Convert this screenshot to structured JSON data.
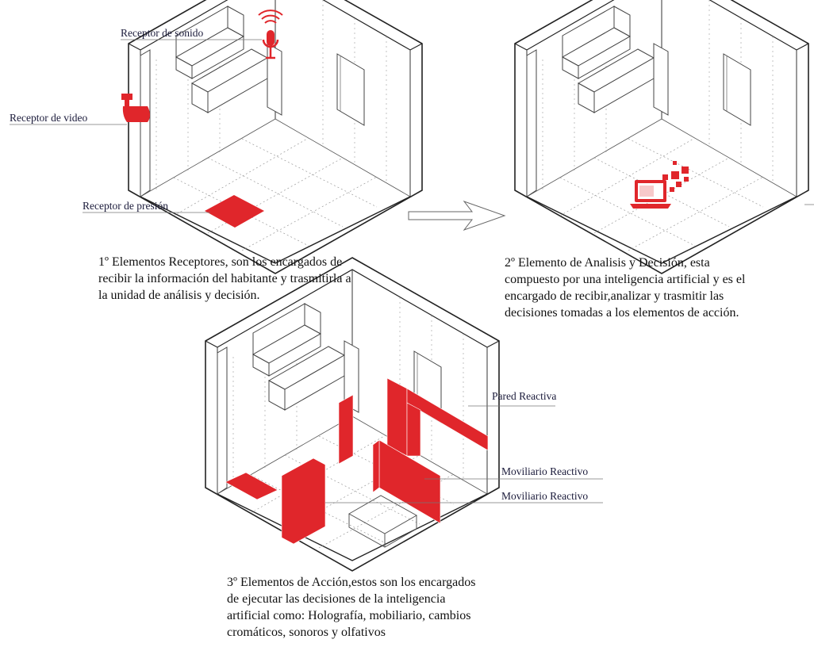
{
  "labels": {
    "sound": "Receptor de sonido",
    "video": "Receptor de video",
    "pressure": "Receptor de presión",
    "wall": "Pared Reactiva",
    "furniture_1": "Moviliario Reactivo",
    "furniture_2": "Moviliario Reactivo"
  },
  "captions": {
    "step1": [
      "1º Elementos Receptores, son los encargados de",
      "recibir la información del habitante y trasmitirla a",
      "la unidad de análisis y decisión."
    ],
    "step2": [
      "2º Elemento de Analisis y Decisión, esta",
      "compuesto por una inteligencia artificial y es el",
      "encargado de recibir,analizar y trasmitir las",
      "decisiones tomadas a los elementos de acción."
    ],
    "step3": [
      "3º Elementos de Acción,estos son los encargados",
      "de ejecutar las decisiones de la inteligencia",
      "artificial como: Holografía, mobiliario, cambios",
      "cromáticos, sonoros y olfativos"
    ]
  },
  "colors": {
    "accent": "#e0262b",
    "line": "#333333",
    "text": "#111111"
  },
  "icons": [
    "microphone-icon",
    "security-camera-icon",
    "laptop-ai-icon",
    "arrow-icon"
  ]
}
